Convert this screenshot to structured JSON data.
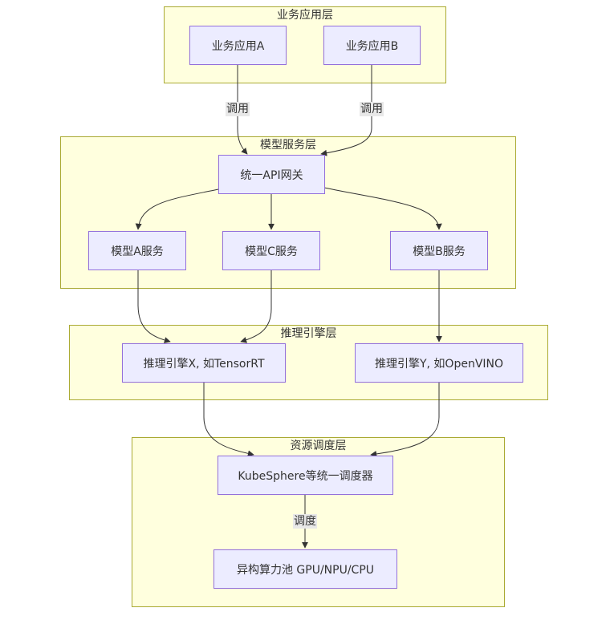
{
  "layers": {
    "business": {
      "title": "业务应用层"
    },
    "model_service": {
      "title": "模型服务层"
    },
    "inference": {
      "title": "推理引擎层"
    },
    "resource": {
      "title": "资源调度层"
    }
  },
  "nodes": {
    "app_a": "业务应用A",
    "app_b": "业务应用B",
    "gateway": "统一API网关",
    "model_a": "模型A服务",
    "model_c": "模型C服务",
    "model_b": "模型B服务",
    "engine_x": "推理引擎X, 如TensorRT",
    "engine_y": "推理引擎Y, 如OpenVINO",
    "scheduler": "KubeSphere等统一调度器",
    "pool": "异构算力池 GPU/NPU/CPU"
  },
  "edge_labels": {
    "call_a": "调用",
    "call_b": "调用",
    "schedule": "调度"
  },
  "colors": {
    "cluster_fill": "#ffffde",
    "cluster_border": "#aaaa33",
    "node_fill": "#ececff",
    "node_border": "#9370db",
    "edge": "#333333",
    "edge_label_bg": "#e8e8e8"
  }
}
